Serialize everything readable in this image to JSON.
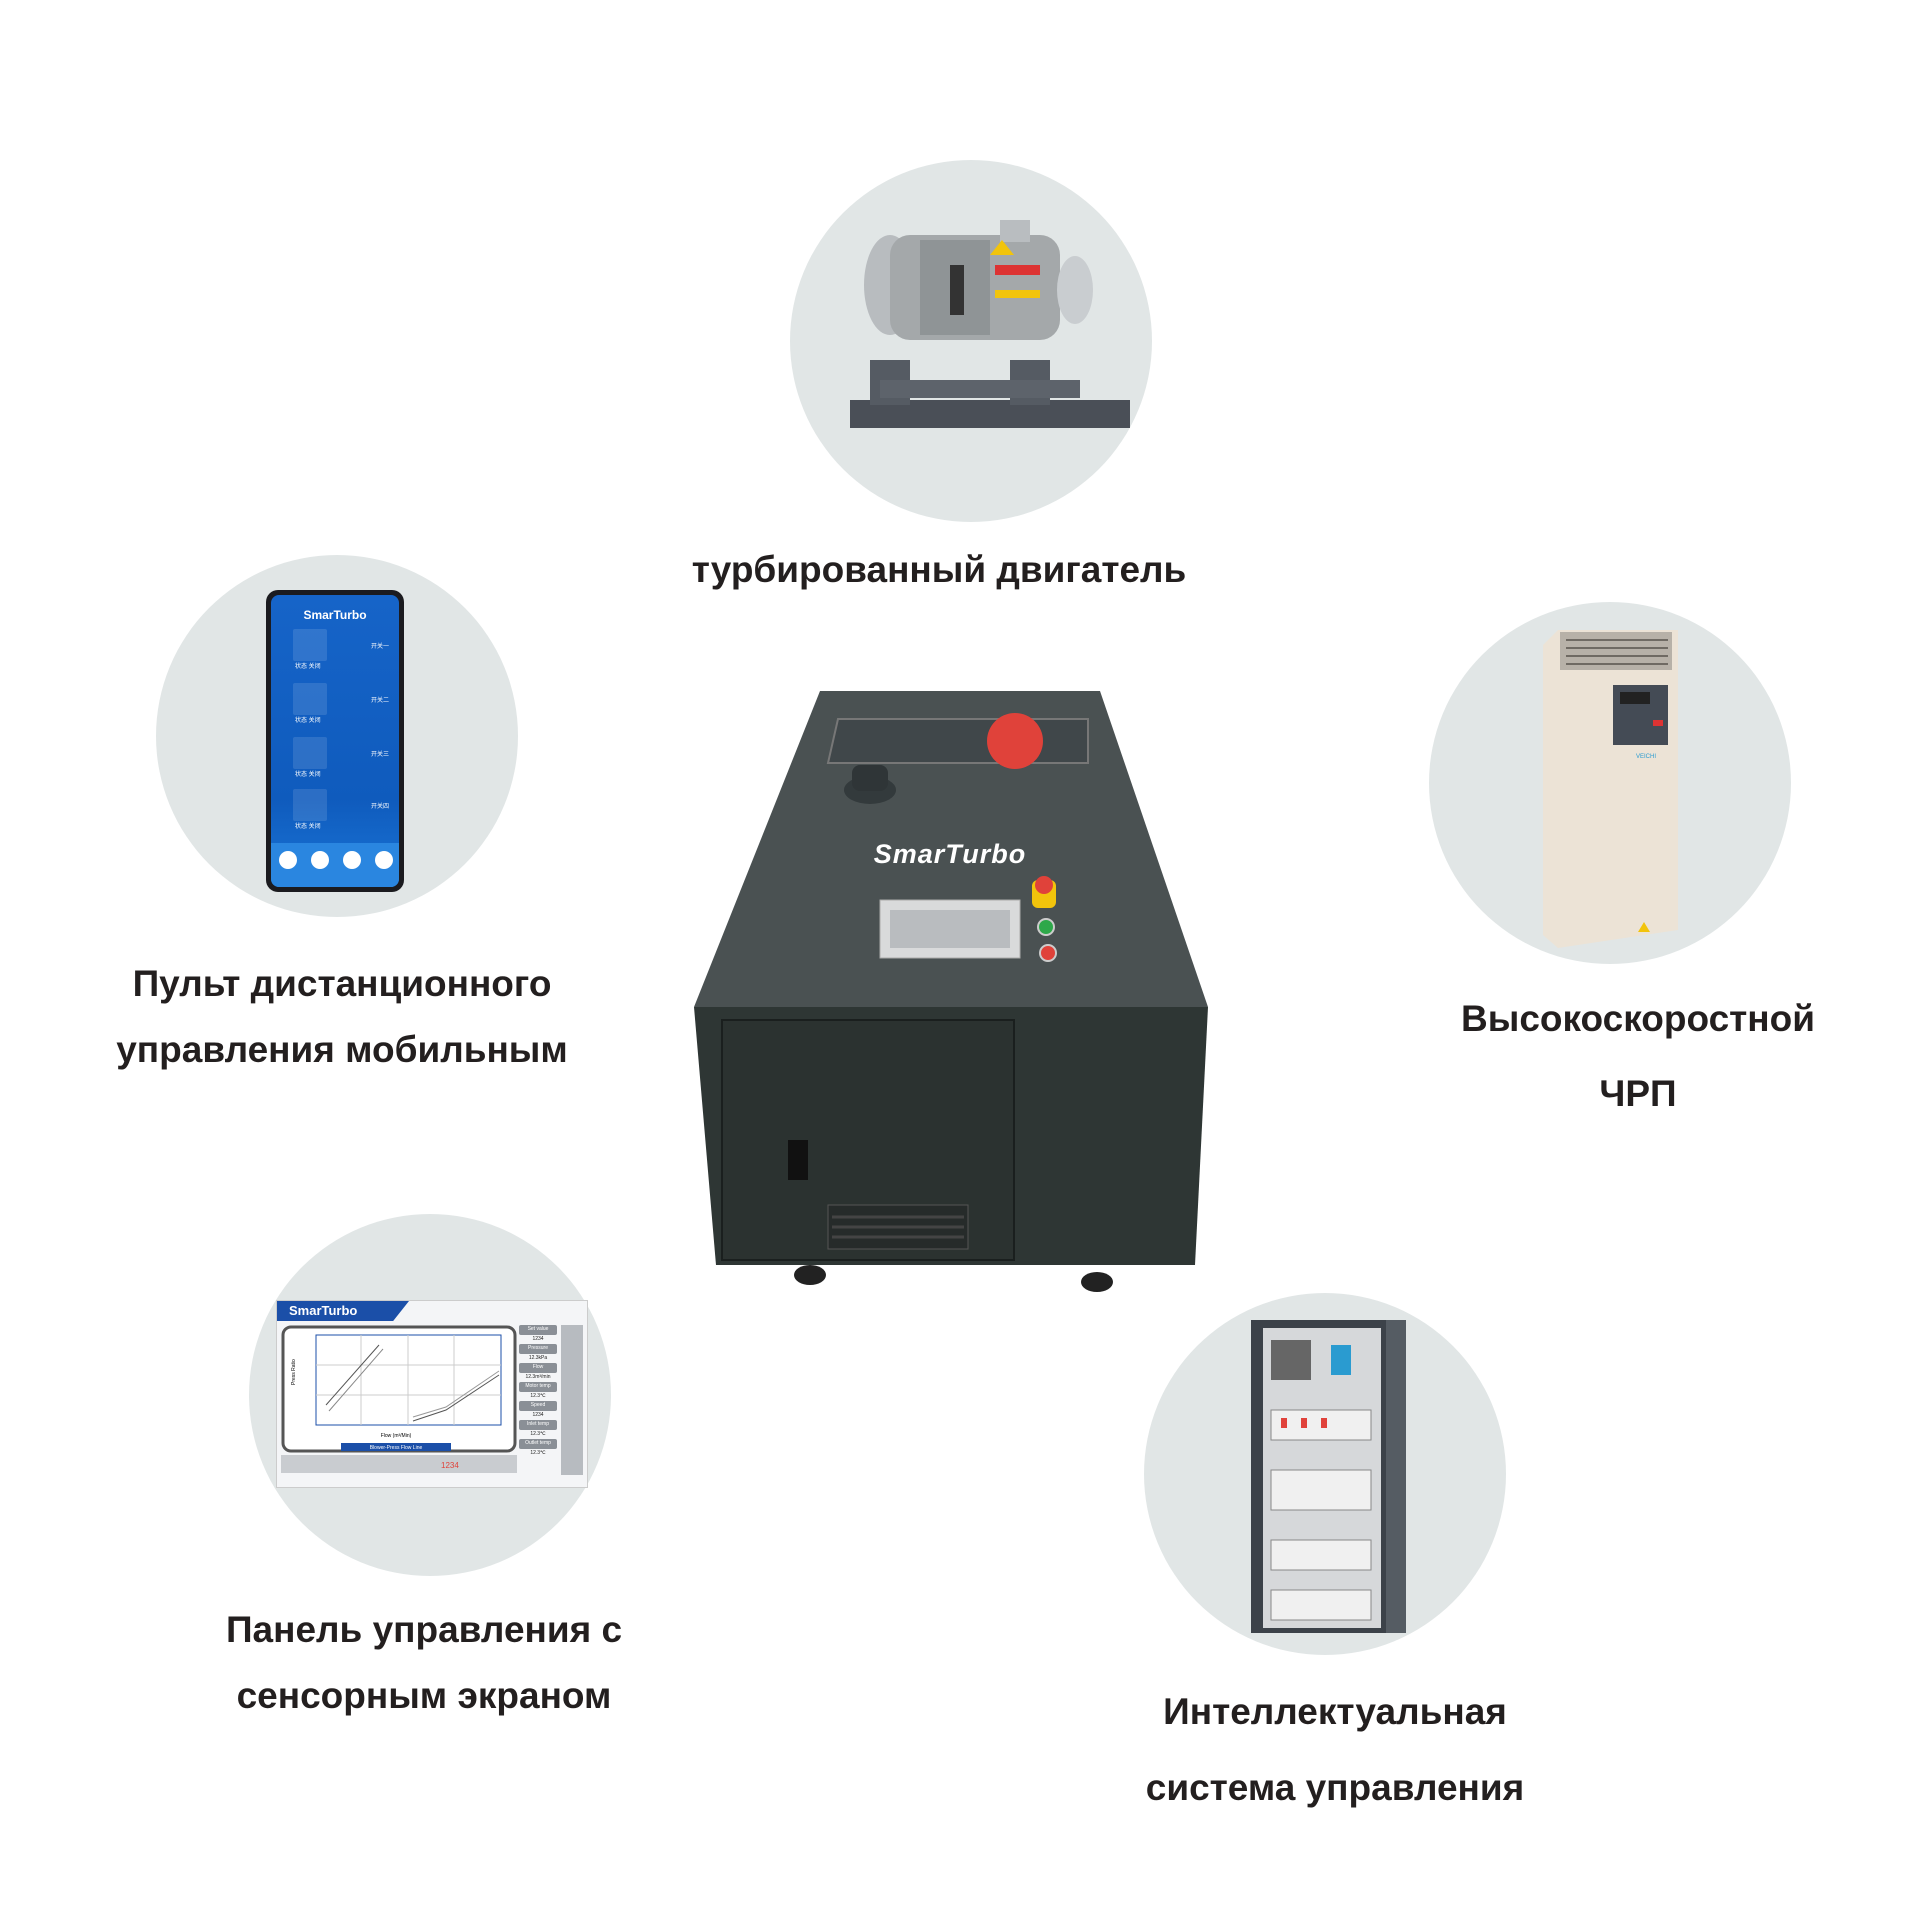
{
  "features": {
    "turbo_motor": {
      "label": "турбированный двигатель"
    },
    "mobile_remote": {
      "line1": "Пульт дистанционного",
      "line2": "управления мобильным"
    },
    "vfd": {
      "line1": "Высокоскоростной",
      "line2": "ЧРП"
    },
    "touch_panel": {
      "line1": "Панель управления с",
      "line2": "сенсорным экраном"
    },
    "control_system": {
      "line1": "Интеллектуальная",
      "line2": "система управления"
    }
  },
  "machine": {
    "brand": "SmarTurbo"
  },
  "phone_app": {
    "title": "SmarTurbo",
    "switches": [
      {
        "name": "开关一",
        "state": "状态 关闭"
      },
      {
        "name": "开关二",
        "state": "状态 关闭"
      },
      {
        "name": "开关三",
        "state": "状态 关闭"
      },
      {
        "name": "开关四",
        "state": "状态 关闭"
      }
    ]
  },
  "hmi": {
    "title": "SmarTurbo",
    "chart_title": "Blower-Press Flow Line",
    "x_label": "Flow (m³/Min)",
    "y_label": "Press Ratio",
    "counter": "1234",
    "readouts": [
      {
        "key": "Set value",
        "value": "1234"
      },
      {
        "key": "Pressure",
        "value": "12.3kPa"
      },
      {
        "key": "Flow",
        "value": "12.3m³/min"
      },
      {
        "key": "Motor temp",
        "value": "12.3℃"
      },
      {
        "key": "Speed",
        "value": "1234"
      },
      {
        "key": "Inlet temp",
        "value": "12.3℃"
      },
      {
        "key": "Outlet temp",
        "value": "12.3℃"
      }
    ]
  },
  "colors": {
    "circle": "#e1e6e6",
    "text": "#231f1f",
    "machine": "#2e3634",
    "accent_red": "#e0423a"
  }
}
